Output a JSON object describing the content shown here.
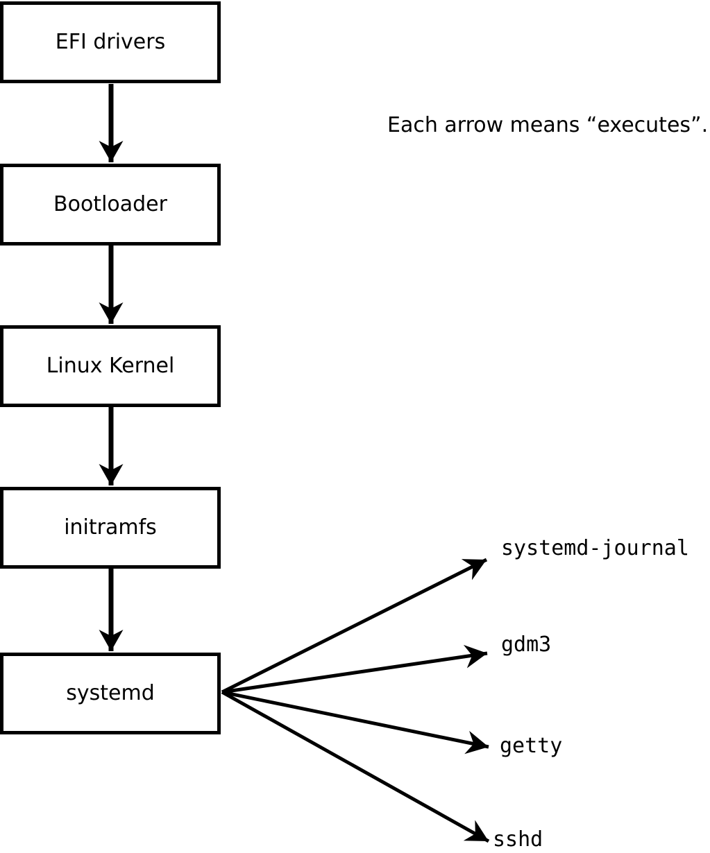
{
  "diagram": {
    "note": "Each arrow means “executes”.",
    "chain": [
      {
        "id": "efi-drivers",
        "label": "EFI drivers"
      },
      {
        "id": "bootloader",
        "label": "Bootloader"
      },
      {
        "id": "linux-kernel",
        "label": "Linux Kernel"
      },
      {
        "id": "initramfs",
        "label": "initramfs"
      },
      {
        "id": "systemd",
        "label": "systemd"
      }
    ],
    "chain_arrows": [
      {
        "from": "efi-drivers",
        "to": "bootloader",
        "meaning": "executes"
      },
      {
        "from": "bootloader",
        "to": "linux-kernel",
        "meaning": "executes"
      },
      {
        "from": "linux-kernel",
        "to": "initramfs",
        "meaning": "executes"
      },
      {
        "from": "initramfs",
        "to": "systemd",
        "meaning": "executes"
      }
    ],
    "spawned_processes": [
      {
        "id": "systemd-journal",
        "label": "systemd-journal"
      },
      {
        "id": "gdm3",
        "label": "gdm3"
      },
      {
        "id": "getty",
        "label": "getty"
      },
      {
        "id": "sshd",
        "label": "sshd"
      }
    ],
    "fan_arrows_from": "systemd",
    "colors": {
      "background": "#ffffff",
      "box_fill": "#ffffff",
      "box_border": "#000000",
      "line": "#000000",
      "text": "#000000"
    }
  }
}
